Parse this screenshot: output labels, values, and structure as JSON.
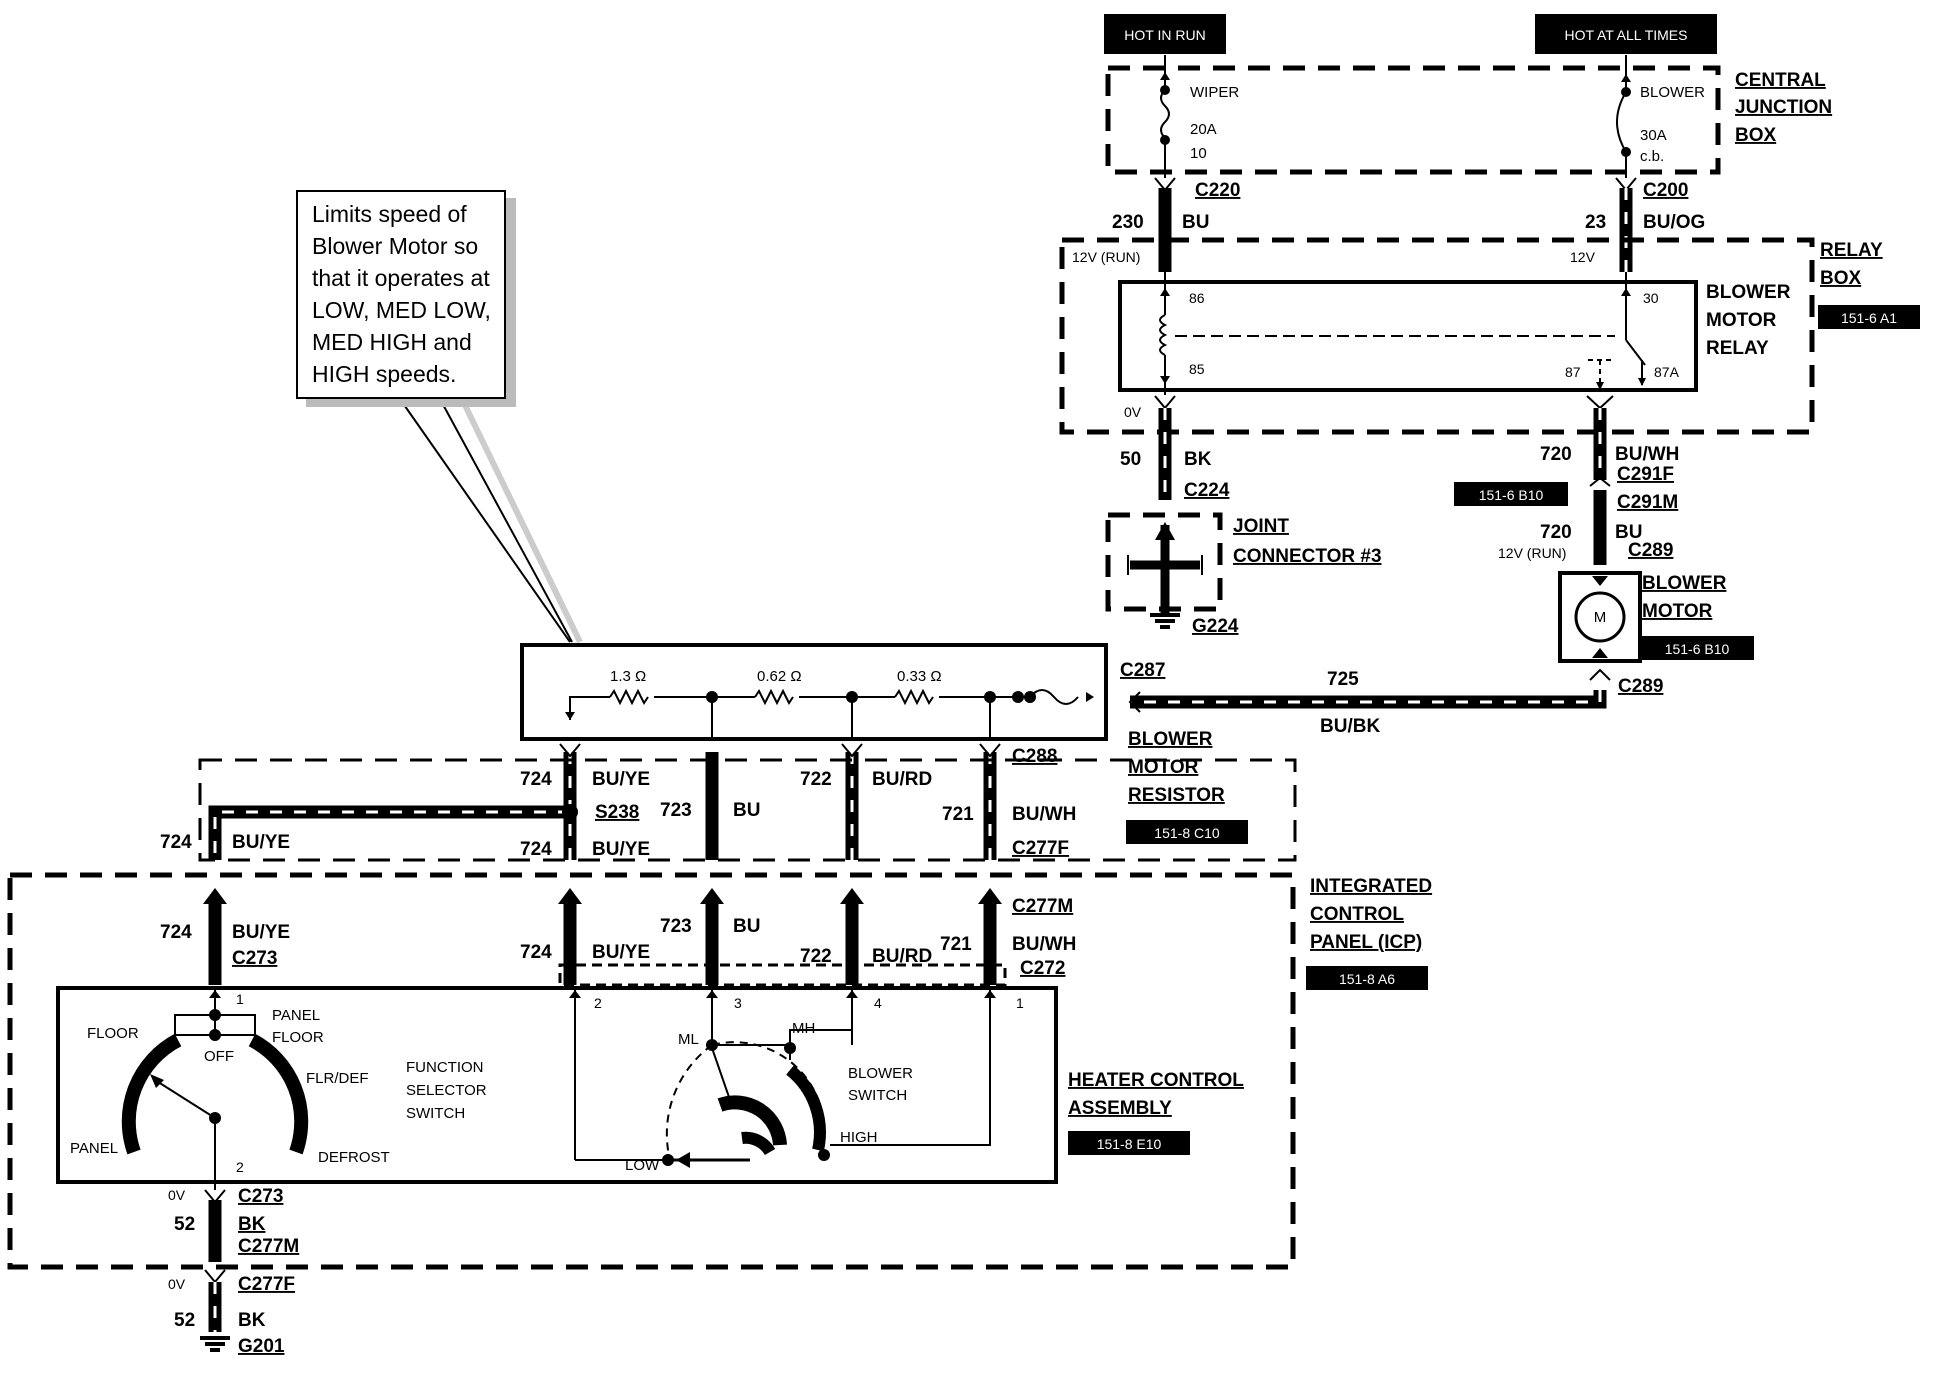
{
  "sources": {
    "hot_in_run": "HOT IN RUN",
    "hot_at_all_times": "HOT AT ALL TIMES"
  },
  "central_junction_box": {
    "title_lines": [
      "CENTRAL",
      "JUNCTION",
      "BOX"
    ],
    "wiper_fuse": {
      "name": "WIPER",
      "rating": "20A",
      "number": "10"
    },
    "blower_cb": {
      "name": "BLOWER",
      "rating": "30A",
      "type": "c.b."
    }
  },
  "relay_box": {
    "title_lines": [
      "RELAY",
      "BOX"
    ],
    "ref": "151-6 A1",
    "relay_title_lines": [
      "BLOWER",
      "MOTOR",
      "RELAY"
    ],
    "pins": {
      "p86": "86",
      "p85": "85",
      "p30": "30",
      "p87": "87",
      "p87a": "87A"
    },
    "v_run": "12V (RUN)",
    "v_12": "12V",
    "v_0": "0V"
  },
  "connectors": {
    "c220": "C220",
    "c200": "C200",
    "c224": "C224",
    "c291f": "C291F",
    "c291m": "C291M",
    "c289a": "C289",
    "c289b": "C289",
    "c287": "C287",
    "c288": "C288",
    "s238": "S238",
    "c277f": "C277F",
    "c277m": "C277M",
    "c273a": "C273",
    "c272": "C272",
    "c273b": "C273",
    "c277m_b": "C277M",
    "c277f_b": "C277F",
    "g224": "G224",
    "g201": "G201"
  },
  "wires": {
    "w230": {
      "circuit": "230",
      "color": "BU"
    },
    "w23": {
      "circuit": "23",
      "color": "BU/OG"
    },
    "w50": {
      "circuit": "50",
      "color": "BK"
    },
    "w720a": {
      "circuit": "720",
      "color": "BU/WH"
    },
    "w720b": {
      "circuit": "720",
      "color": "BU",
      "voltage": "12V (RUN)"
    },
    "w725": {
      "circuit": "725",
      "color": "BU/BK"
    },
    "w724a": {
      "circuit": "724",
      "color": "BU/YE"
    },
    "w724b": {
      "circuit": "724",
      "color": "BU/YE"
    },
    "w724c": {
      "circuit": "724",
      "color": "BU/YE"
    },
    "w723": {
      "circuit": "723",
      "color": "BU"
    },
    "w722": {
      "circuit": "722",
      "color": "BU/RD"
    },
    "w721": {
      "circuit": "721",
      "color": "BU/WH"
    },
    "w724d": {
      "circuit": "724",
      "color": "BU/YE"
    },
    "w724e": {
      "circuit": "724",
      "color": "BU/YE"
    },
    "w723b": {
      "circuit": "723",
      "color": "BU"
    },
    "w722b": {
      "circuit": "722",
      "color": "BU/RD"
    },
    "w721b": {
      "circuit": "721",
      "color": "BU/WH"
    },
    "w52a": {
      "circuit": "52",
      "color": "BK",
      "voltage": "0V"
    },
    "w52b": {
      "circuit": "52",
      "color": "BK",
      "voltage": "0V"
    }
  },
  "joint_connector": {
    "title_lines": [
      "JOINT",
      "CONNECTOR #3"
    ]
  },
  "blower_motor": {
    "title_lines": [
      "BLOWER",
      "MOTOR"
    ],
    "symbol": "M",
    "ref": "151-6 B10"
  },
  "ref_c291": "151-6 B10",
  "blower_motor_resistor": {
    "title_lines": [
      "BLOWER",
      "MOTOR",
      "RESISTOR"
    ],
    "ref": "151-8 C10",
    "resistances": [
      "1.3 Ω",
      "0.62 Ω",
      "0.33 Ω"
    ]
  },
  "callout": {
    "text": "Limits speed of Blower Motor so that it operates at LOW, MED LOW, MED HIGH and HIGH speeds."
  },
  "icp": {
    "title_lines": [
      "INTEGRATED",
      "CONTROL",
      "PANEL (ICP)"
    ],
    "ref": "151-8 A6"
  },
  "heater_control": {
    "title_lines": [
      "HEATER CONTROL",
      "ASSEMBLY"
    ],
    "ref": "151-8 E10",
    "function_switch_lines": [
      "FUNCTION",
      "SELECTOR",
      "SWITCH"
    ],
    "positions": {
      "floor": "FLOOR",
      "panel_floor_1": "PANEL",
      "panel_floor_2": "FLOOR",
      "off": "OFF",
      "flr_def": "FLR/DEF",
      "panel": "PANEL",
      "defrost": "DEFROST"
    },
    "fs_pins": {
      "p1": "1",
      "p2": "2"
    },
    "blower_switch_lines": [
      "BLOWER",
      "SWITCH"
    ],
    "speeds": {
      "ml": "ML",
      "mh": "MH",
      "high": "HIGH",
      "low": "LOW"
    },
    "bs_pins": {
      "p2": "2",
      "p3": "3",
      "p4": "4",
      "p1": "1"
    }
  }
}
